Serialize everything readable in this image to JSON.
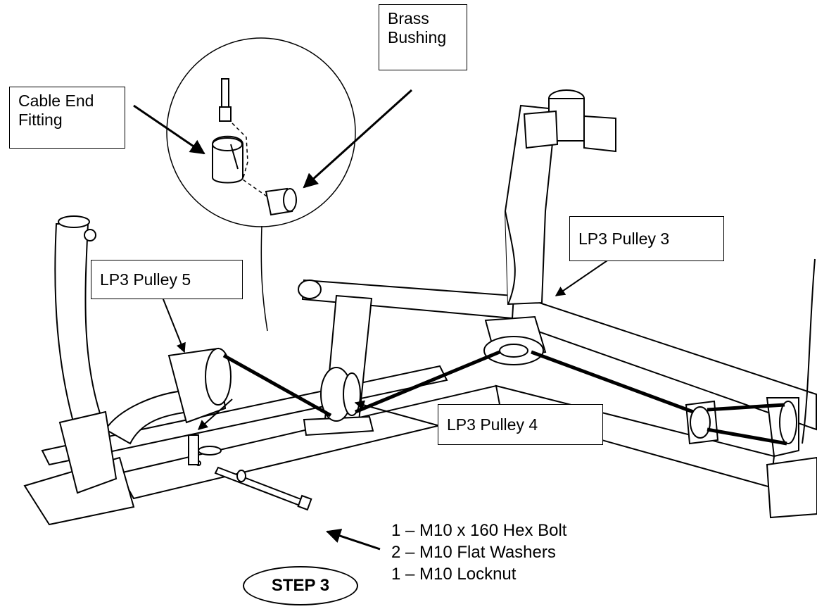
{
  "labels": {
    "brass_bushing": "Brass\nBushing",
    "cable_end_fitting": "Cable End\nFitting",
    "pulley_3": "LP3 Pulley 3",
    "pulley_5": "LP3 Pulley 5",
    "pulley_4": "LP3 Pulley 4"
  },
  "parts_list": [
    "1 – M10 x 160 Hex Bolt",
    "2 – M10 Flat Washers",
    "1 – M10 Locknut"
  ],
  "step_label": "STEP 3"
}
